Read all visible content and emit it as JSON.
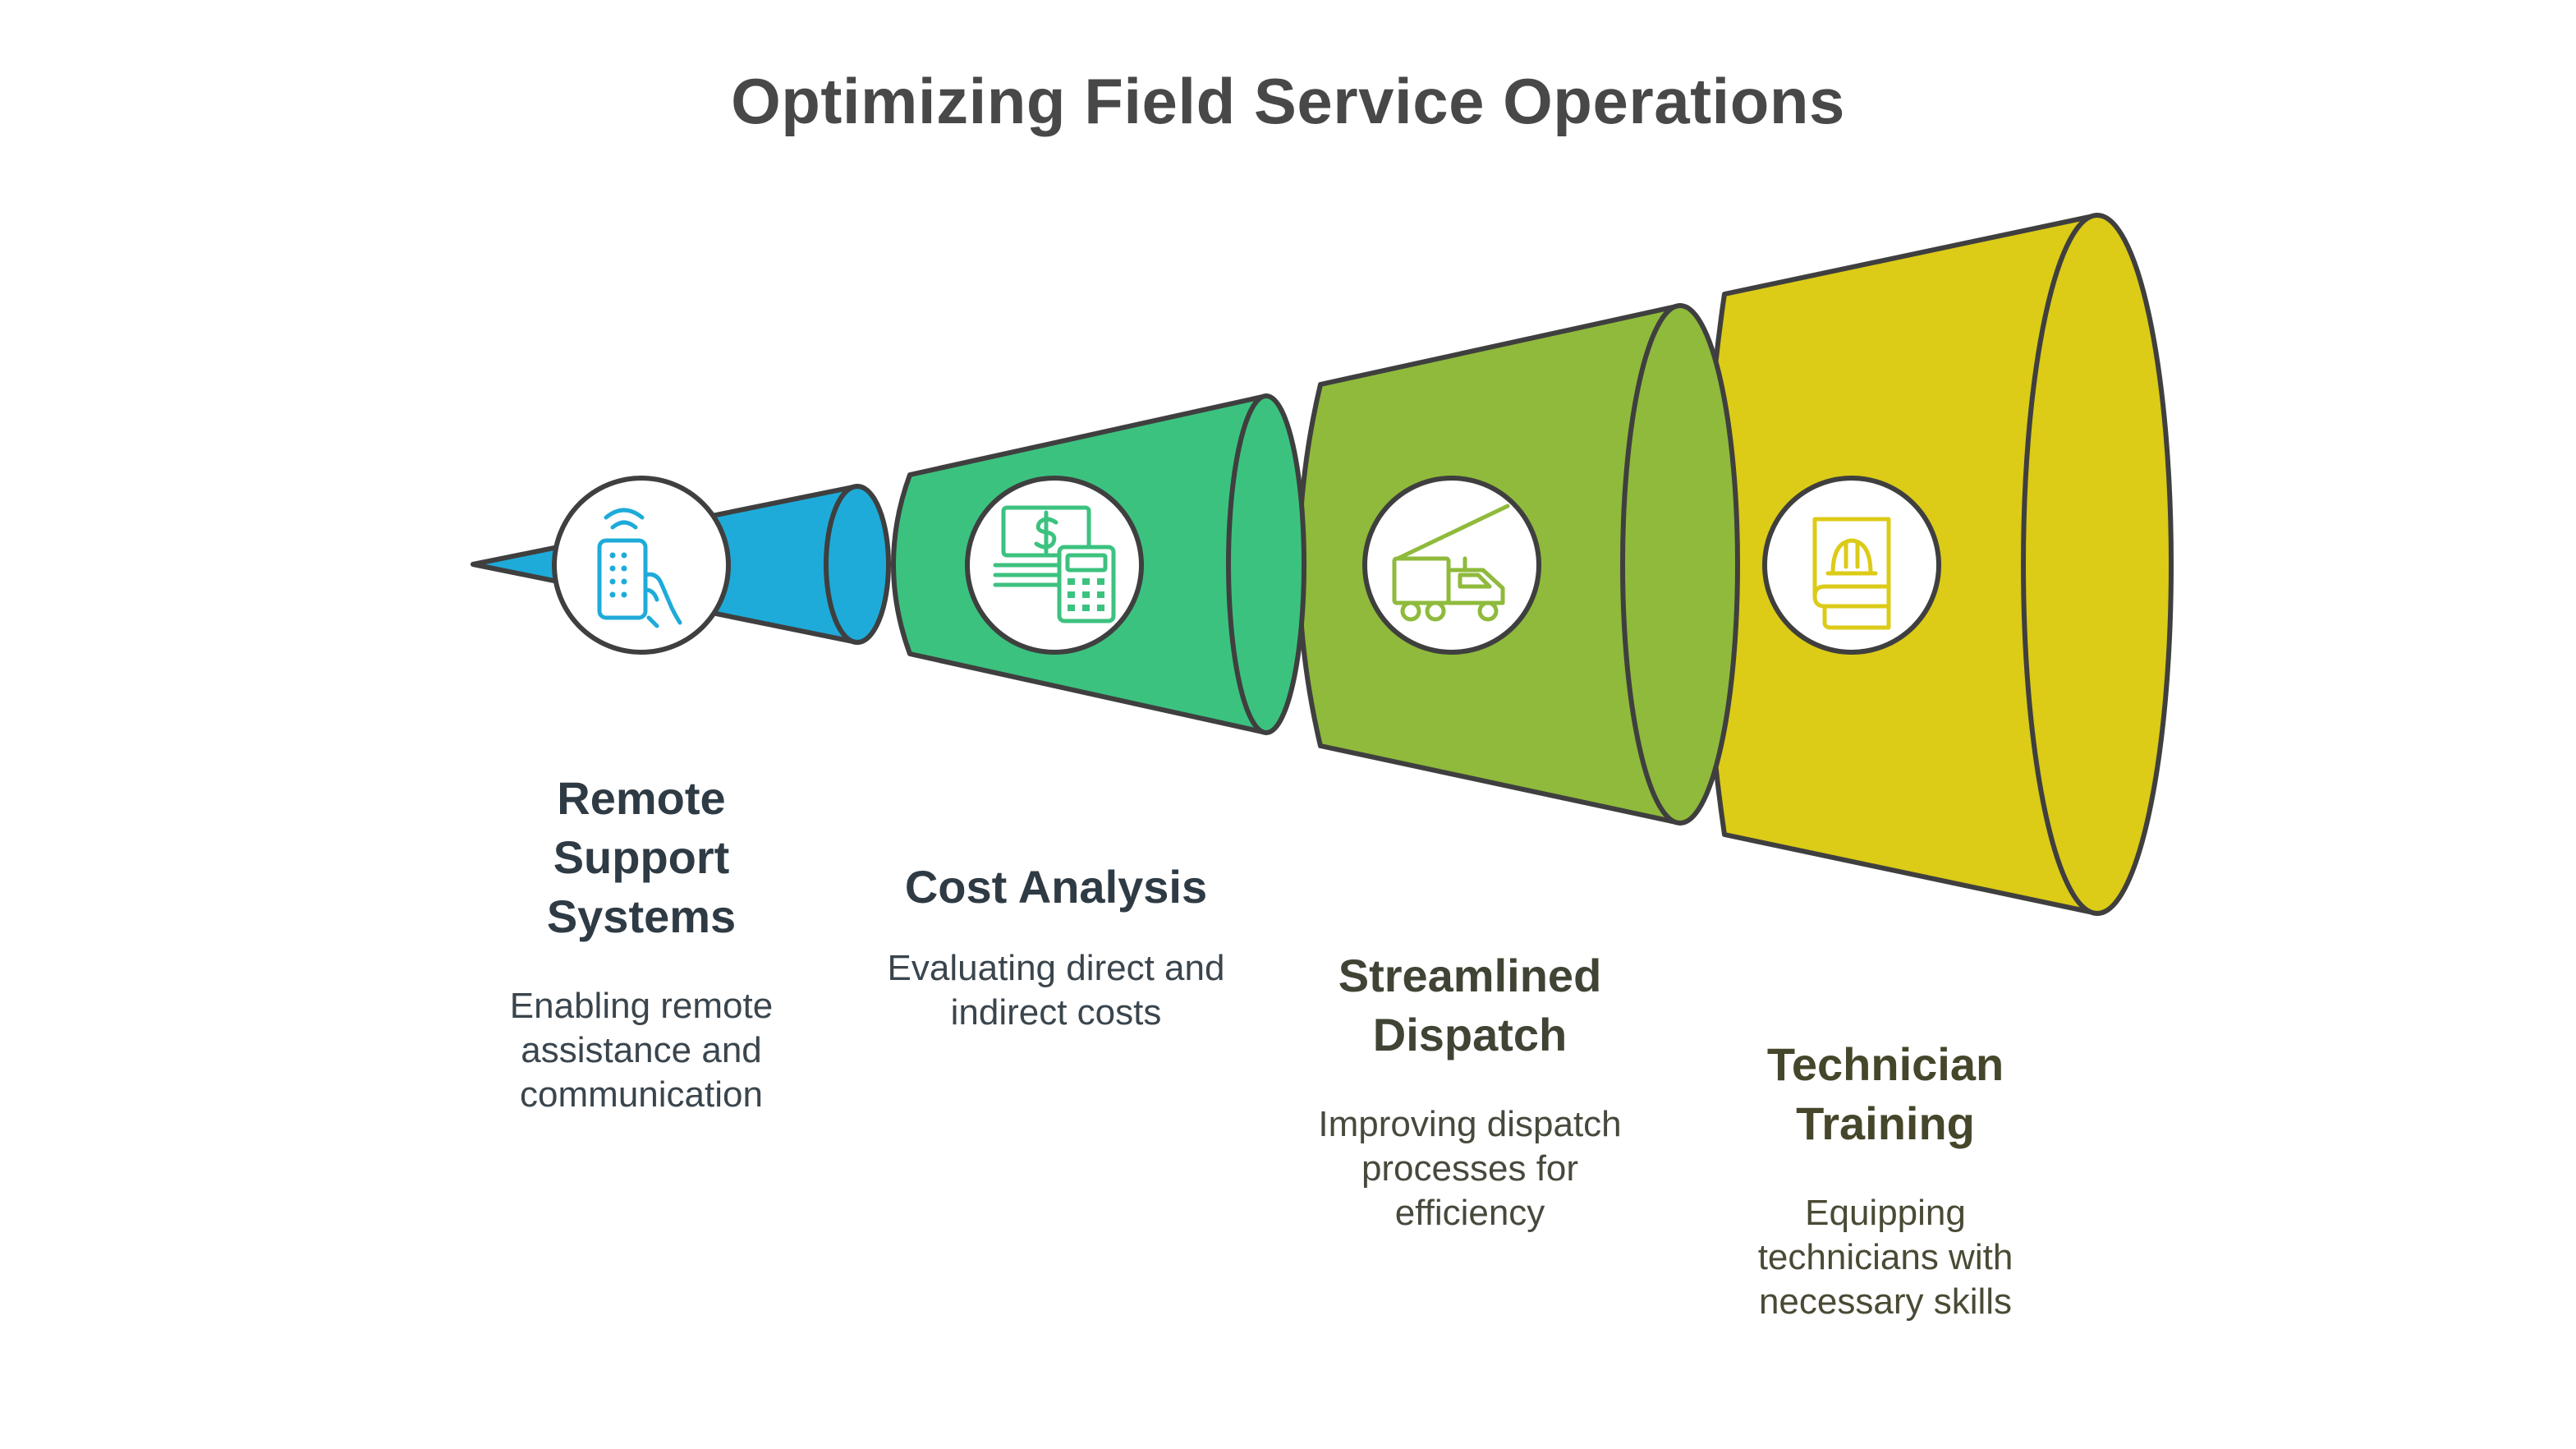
{
  "title": "Optimizing Field Service Operations",
  "stages": [
    {
      "heading": "Remote\nSupport\nSystems",
      "description": "Enabling remote\nassistance and\ncommunication",
      "icon": "remote-control-icon",
      "color": "#1eabd9"
    },
    {
      "heading": "Cost Analysis",
      "description": "Evaluating direct and\nindirect costs",
      "icon": "money-calculator-icon",
      "color": "#3cc27f"
    },
    {
      "heading": "Streamlined\nDispatch",
      "description": "Improving dispatch\nprocesses for\nefficiency",
      "icon": "crane-truck-icon",
      "color": "#8fba3c"
    },
    {
      "heading": "Technician\nTraining",
      "description": "Equipping\ntechnicians with\nnecessary skills",
      "icon": "hardhat-book-icon",
      "color": "#dccb17"
    }
  ]
}
